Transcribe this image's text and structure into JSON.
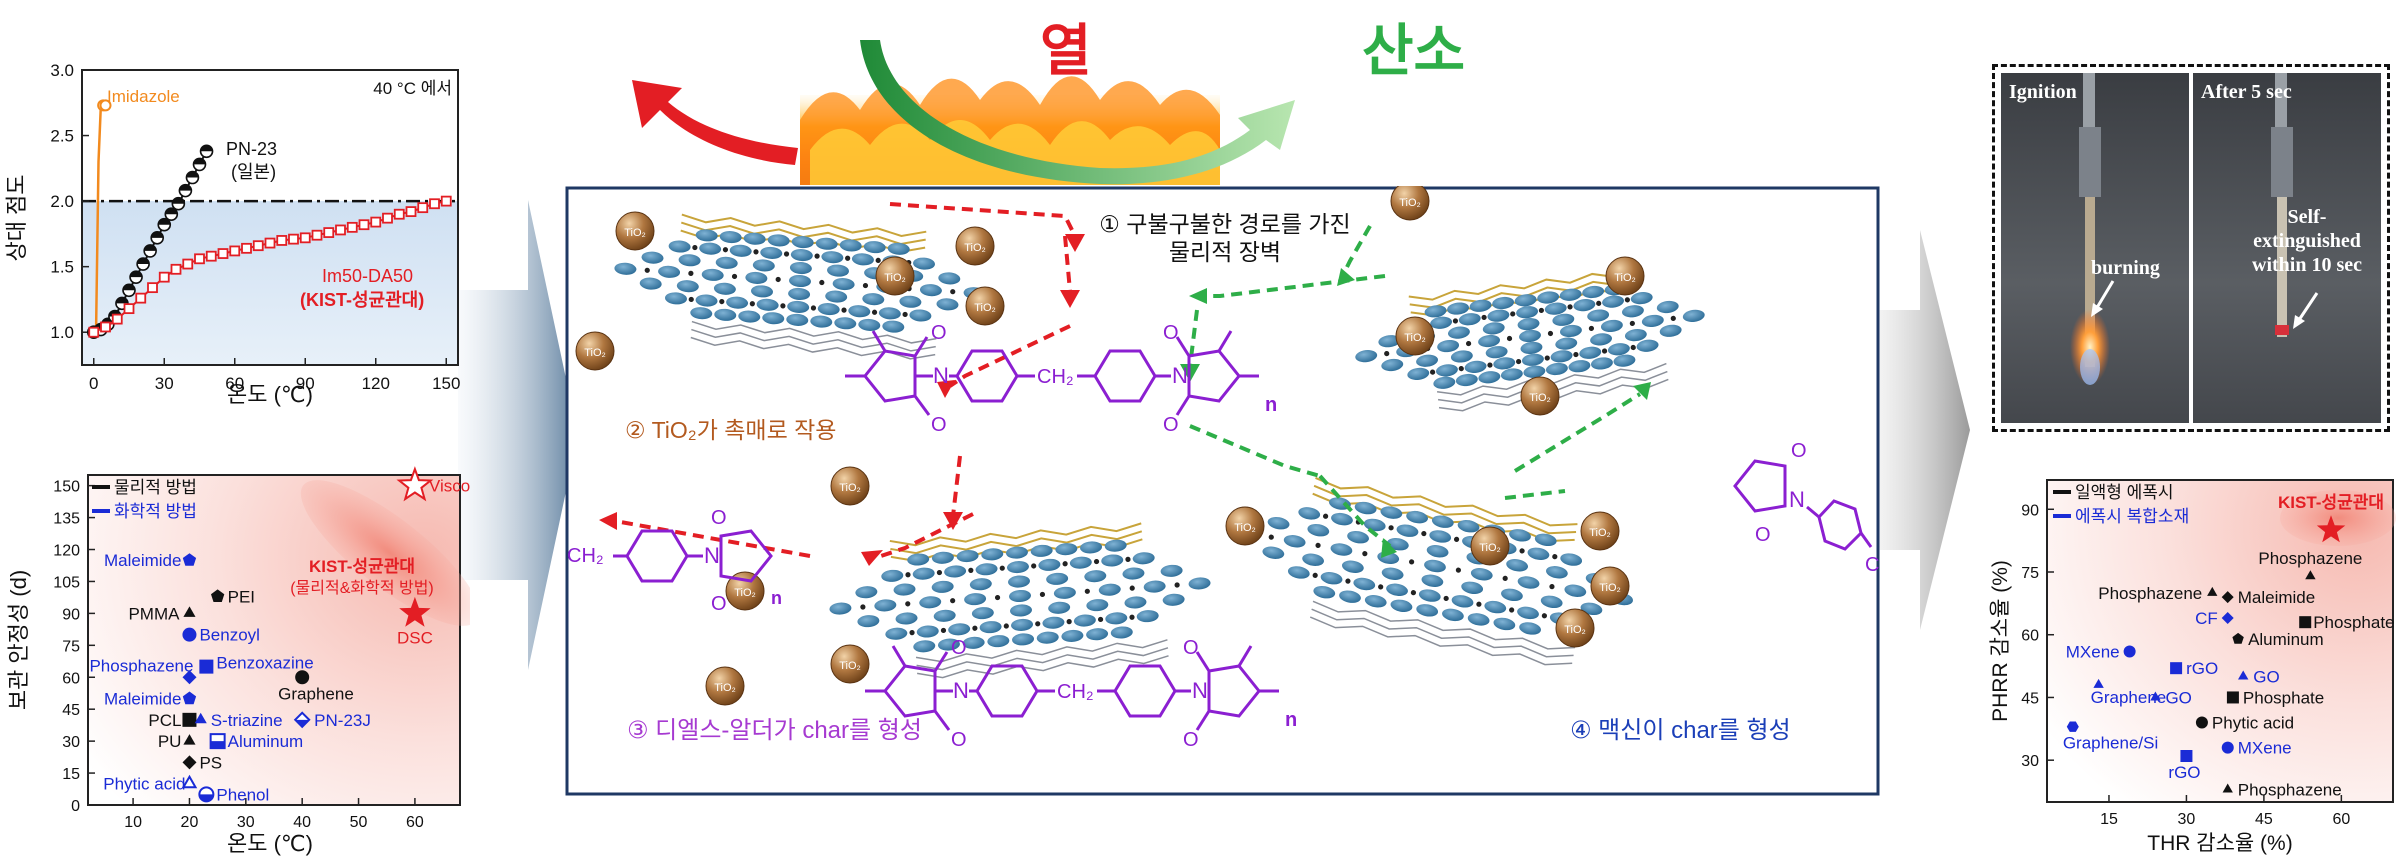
{
  "header": {
    "heat_label": "열",
    "oxygen_label": "산소",
    "heat_color": "#e31e24",
    "oxygen_color": "#2eae48"
  },
  "viscosity_chart": {
    "chart_data": {
      "type": "line",
      "title": "",
      "annotation": "40 °C 에서",
      "xlabel": "온도 (℃)",
      "ylabel": "상대 점도",
      "xlim": [
        -5,
        155
      ],
      "ylim": [
        0.75,
        3.0
      ],
      "x_ticks": [
        "0",
        "30",
        "60",
        "90",
        "120",
        "150"
      ],
      "y_ticks": [
        "1.0",
        "1.5",
        "2.0",
        "2.5",
        "3.0"
      ],
      "reference_line_y": 2.0,
      "series": [
        {
          "name": "Imidazole",
          "color": "#f28a1e",
          "x": [
            0,
            1,
            2,
            3,
            4,
            5
          ],
          "y": [
            1.0,
            1.03,
            2.3,
            2.72,
            2.73,
            2.73
          ]
        },
        {
          "name": "PN-23",
          "sublabel": "(일본)",
          "color": "#111111",
          "x": [
            0,
            3,
            6,
            9,
            12,
            15,
            18,
            21,
            24,
            27,
            30,
            33,
            36,
            39,
            42,
            45,
            48
          ],
          "y": [
            1.0,
            1.02,
            1.06,
            1.12,
            1.22,
            1.32,
            1.42,
            1.52,
            1.62,
            1.72,
            1.82,
            1.9,
            1.98,
            2.08,
            2.18,
            2.28,
            2.38
          ]
        },
        {
          "name": "Im50-DA50",
          "sublabel": "(KIST-성균관대)",
          "color": "#e31e24",
          "x": [
            0,
            5,
            10,
            15,
            20,
            25,
            30,
            35,
            40,
            45,
            50,
            55,
            60,
            65,
            70,
            75,
            80,
            85,
            90,
            95,
            100,
            105,
            110,
            115,
            120,
            125,
            130,
            135,
            140,
            145,
            150
          ],
          "y": [
            1.0,
            1.04,
            1.1,
            1.18,
            1.26,
            1.34,
            1.42,
            1.48,
            1.52,
            1.56,
            1.58,
            1.6,
            1.62,
            1.64,
            1.66,
            1.68,
            1.7,
            1.71,
            1.72,
            1.74,
            1.76,
            1.78,
            1.8,
            1.82,
            1.84,
            1.87,
            1.9,
            1.92,
            1.95,
            1.98,
            2.0
          ]
        }
      ]
    }
  },
  "stability_chart": {
    "chart_data": {
      "type": "scatter",
      "title": "",
      "xlabel": "온도 (℃)",
      "ylabel": "보관 안정성 (d)",
      "xlim": [
        2,
        68
      ],
      "ylim": [
        0,
        155
      ],
      "x_ticks": [
        "10",
        "20",
        "30",
        "40",
        "50",
        "60"
      ],
      "y_ticks": [
        "0",
        "15",
        "30",
        "45",
        "60",
        "75",
        "90",
        "105",
        "120",
        "135",
        "150"
      ],
      "legend": [
        "물리적 방법",
        "화학적 방법"
      ],
      "highlight": {
        "title": "KIST-성균관대",
        "subtitle": "(물리적&화학적 방법)",
        "viscosity_label": "Viscosity",
        "dsc_label": "DSC"
      },
      "points": [
        {
          "label": "Maleimide",
          "x": 20,
          "y": 115,
          "method": "chemical",
          "marker": "pentagon"
        },
        {
          "label": "PEI",
          "x": 25,
          "y": 98,
          "method": "physical",
          "marker": "pentagon"
        },
        {
          "label": "PMMA",
          "x": 20,
          "y": 90,
          "method": "physical",
          "marker": "triangle"
        },
        {
          "label": "Benzoyl",
          "x": 20,
          "y": 80,
          "method": "chemical",
          "marker": "circle"
        },
        {
          "label": "Phosphazene",
          "x": 20,
          "y": 60,
          "method": "chemical",
          "marker": "diamond"
        },
        {
          "label": "Benzoxazine",
          "x": 23,
          "y": 65,
          "method": "chemical",
          "marker": "square"
        },
        {
          "label": "Graphene",
          "x": 40,
          "y": 60,
          "method": "physical",
          "marker": "circle"
        },
        {
          "label": "Maleimide",
          "x": 20,
          "y": 50,
          "method": "chemical",
          "marker": "pentagon"
        },
        {
          "label": "PCL",
          "x": 20,
          "y": 40,
          "method": "physical",
          "marker": "square"
        },
        {
          "label": "S-triazine",
          "x": 22,
          "y": 40,
          "method": "chemical",
          "marker": "triangle"
        },
        {
          "label": "PN-23J",
          "x": 40,
          "y": 40,
          "method": "chemical",
          "marker": "diamond-half"
        },
        {
          "label": "PU",
          "x": 20,
          "y": 30,
          "method": "physical",
          "marker": "triangle"
        },
        {
          "label": "Aluminum",
          "x": 25,
          "y": 30,
          "method": "chemical",
          "marker": "square-half"
        },
        {
          "label": "PS",
          "x": 20,
          "y": 20,
          "method": "physical",
          "marker": "diamond"
        },
        {
          "label": "Phytic acid",
          "x": 20,
          "y": 10,
          "method": "chemical",
          "marker": "triangle-open"
        },
        {
          "label": "Phenol",
          "x": 23,
          "y": 5,
          "method": "chemical",
          "marker": "circle-half"
        },
        {
          "label": "Viscosity",
          "x": 60,
          "y": 150,
          "method": "kist",
          "marker": "star-open"
        },
        {
          "label": "DSC",
          "x": 60,
          "y": 90,
          "method": "kist",
          "marker": "star"
        }
      ]
    }
  },
  "center": {
    "step1_line1": "① 구불구불한 경로를 가진",
    "step1_line2": "물리적 장벽",
    "step2": "② TiO₂가 촉매로 작용",
    "step3": "③ 디엘스-알더가 char를 형성",
    "step4": "④ 맥신이 char를 형성",
    "tio2": "TiO₂",
    "ch2": "CH₂",
    "n_label": "n",
    "step2_color": "#b35a1f",
    "step3_color": "#a63ad1",
    "step4_color": "#1b3fb8"
  },
  "photo": {
    "left_label": "Ignition",
    "right_label": "After 5 sec",
    "burning_label": "burning",
    "self_ext_line1": "Self-",
    "self_ext_line2": "extinguished",
    "self_ext_line3": "within 10 sec"
  },
  "flame_chart": {
    "chart_data": {
      "type": "scatter",
      "title": "",
      "xlabel": "THR 감소율 (%)",
      "ylabel": "PHRR 감소율 (%)",
      "xlim": [
        3,
        70
      ],
      "ylim": [
        20,
        97
      ],
      "x_ticks": [
        "15",
        "30",
        "45",
        "60"
      ],
      "y_ticks": [
        "30",
        "45",
        "60",
        "75",
        "90"
      ],
      "legend": [
        "일액형 에폭시",
        "에폭시 복합소재"
      ],
      "highlight_label": "KIST-성균관대",
      "points": [
        {
          "label": "KIST-성균관대",
          "x": 58,
          "y": 85,
          "group": "kist",
          "marker": "star"
        },
        {
          "label": "Phosphazene",
          "x": 54,
          "y": 74,
          "group": "one-part",
          "marker": "triangle"
        },
        {
          "label": "Phosphazene",
          "x": 35,
          "y": 70,
          "group": "one-part",
          "marker": "triangle"
        },
        {
          "label": "Maleimide",
          "x": 38,
          "y": 69,
          "group": "one-part",
          "marker": "diamond"
        },
        {
          "label": "Phosphate",
          "x": 53,
          "y": 63,
          "group": "one-part",
          "marker": "square"
        },
        {
          "label": "CF",
          "x": 38,
          "y": 64,
          "group": "composite",
          "marker": "diamond"
        },
        {
          "label": "Aluminum",
          "x": 40,
          "y": 59,
          "group": "one-part",
          "marker": "pentagon"
        },
        {
          "label": "MXene",
          "x": 19,
          "y": 56,
          "group": "composite",
          "marker": "circle"
        },
        {
          "label": "rGO",
          "x": 28,
          "y": 52,
          "group": "composite",
          "marker": "square"
        },
        {
          "label": "GO",
          "x": 41,
          "y": 50,
          "group": "composite",
          "marker": "triangle"
        },
        {
          "label": "Graphene",
          "x": 13,
          "y": 48,
          "group": "composite",
          "marker": "triangle"
        },
        {
          "label": "GO",
          "x": 24,
          "y": 45,
          "group": "composite",
          "marker": "triangle"
        },
        {
          "label": "Phosphate",
          "x": 39,
          "y": 45,
          "group": "one-part",
          "marker": "square"
        },
        {
          "label": "Phytic acid",
          "x": 33,
          "y": 39,
          "group": "one-part",
          "marker": "circle"
        },
        {
          "label": "Graphene/Si",
          "x": 8,
          "y": 38,
          "group": "composite",
          "marker": "hexagon"
        },
        {
          "label": "MXene",
          "x": 38,
          "y": 33,
          "group": "composite",
          "marker": "circle"
        },
        {
          "label": "rGO",
          "x": 30,
          "y": 31,
          "group": "composite",
          "marker": "square"
        },
        {
          "label": "Phosphazene",
          "x": 38,
          "y": 23,
          "group": "one-part",
          "marker": "triangle"
        }
      ]
    }
  }
}
